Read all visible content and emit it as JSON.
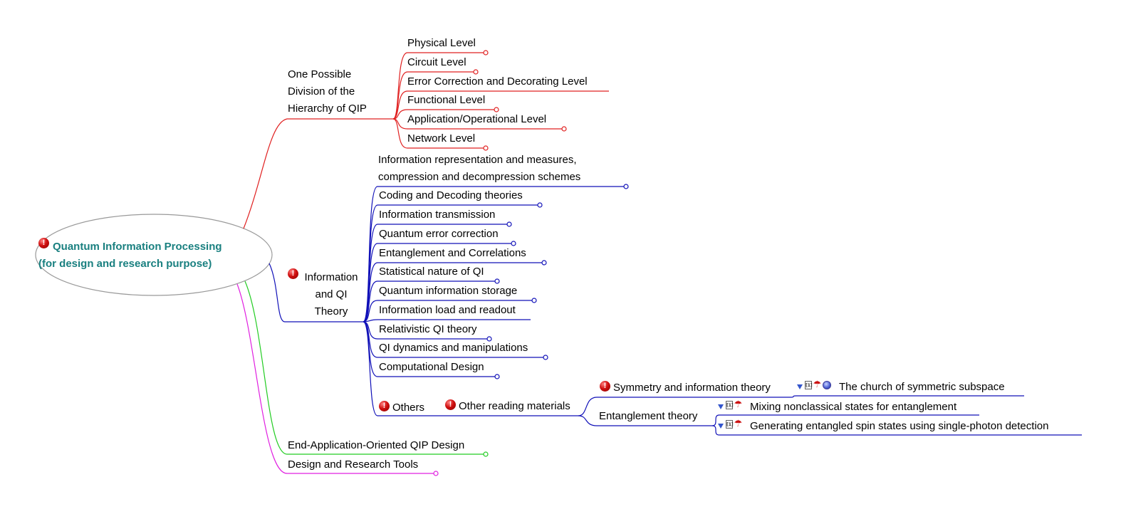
{
  "colors": {
    "red": "#e02020",
    "blue": "#1010b8",
    "green": "#22cc22",
    "magenta": "#e020e0",
    "center_text": "#1a8080",
    "ellipse": "#999999"
  },
  "center": {
    "line1": "Quantum Information Processing",
    "line2": "(for design and research purpose)"
  },
  "hierarchy": {
    "title": "One Possible Division of the Hierarchy of QIP",
    "items": [
      "Physical Level",
      "Circuit Level",
      "Error Correction and Decorating Level",
      "Functional Level",
      "Application/Operational Level",
      "Network Level"
    ]
  },
  "info_theory": {
    "title": "Information and QI Theory",
    "items": [
      "Information representation and measures, compression and decompression schemes",
      "Coding and Decoding theories",
      "Information transmission",
      "Quantum error correction",
      "Entanglement and Correlations",
      "Statistical nature of QI",
      "Quantum information storage",
      "Information load and readout",
      "Relativistic QI theory",
      "QI dynamics and manipulations",
      "Computational Design"
    ],
    "others": {
      "label": "Others",
      "reading": {
        "label": "Other reading materials",
        "symmetry": {
          "label": "Symmetry and information theory",
          "doc": "The church of symmetric subspace"
        },
        "entanglement": {
          "label": "Entanglement theory",
          "docs": [
            "Mixing nonclassical states for entanglement",
            "Generating entangled spin states using single-photon detection"
          ]
        }
      }
    }
  },
  "end_app": "End-Application-Oriented QIP Design",
  "tools": "Design and Research Tools",
  "icons": {
    "priority": "priority-icon",
    "expand": "expand-triangle-icon",
    "document": "document-icon",
    "pdf": "pdf-icon",
    "web": "globe-icon"
  }
}
